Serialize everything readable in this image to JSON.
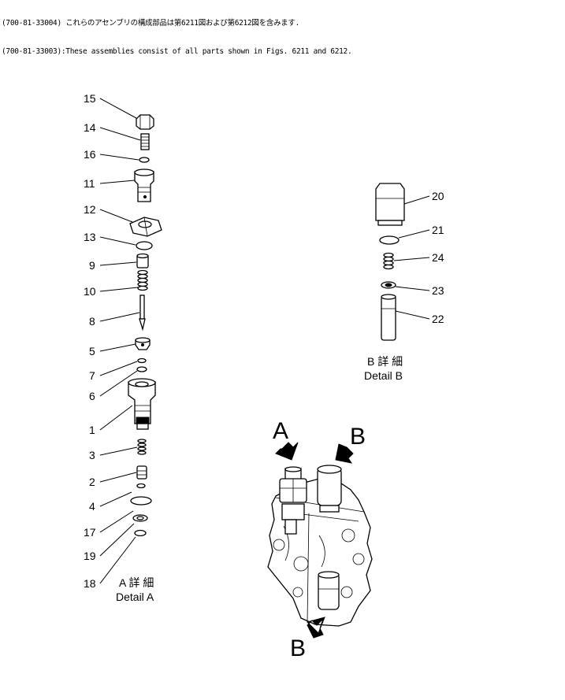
{
  "header": {
    "line1": "(700-81-33004) これらのアセンブリの構成部品は第6211図および第6212図を含みます.",
    "line2": "(700-81-33003):These assemblies consist of all parts shown in Figs. 6211 and 6212."
  },
  "detail_a": {
    "caption_jp": "A 詳 細",
    "caption_en": "Detail A",
    "callouts": [
      "15",
      "14",
      "16",
      "11",
      "12",
      "13",
      "9",
      "10",
      "8",
      "5",
      "7",
      "6",
      "1",
      "3",
      "2",
      "4",
      "17",
      "19",
      "18"
    ]
  },
  "detail_b": {
    "caption_jp": "B 詳 細",
    "caption_en": "Detail B",
    "callouts": [
      "20",
      "21",
      "24",
      "23",
      "22"
    ]
  },
  "assembly": {
    "label_a": "A",
    "label_b_top": "B",
    "label_b_bottom": "B"
  }
}
